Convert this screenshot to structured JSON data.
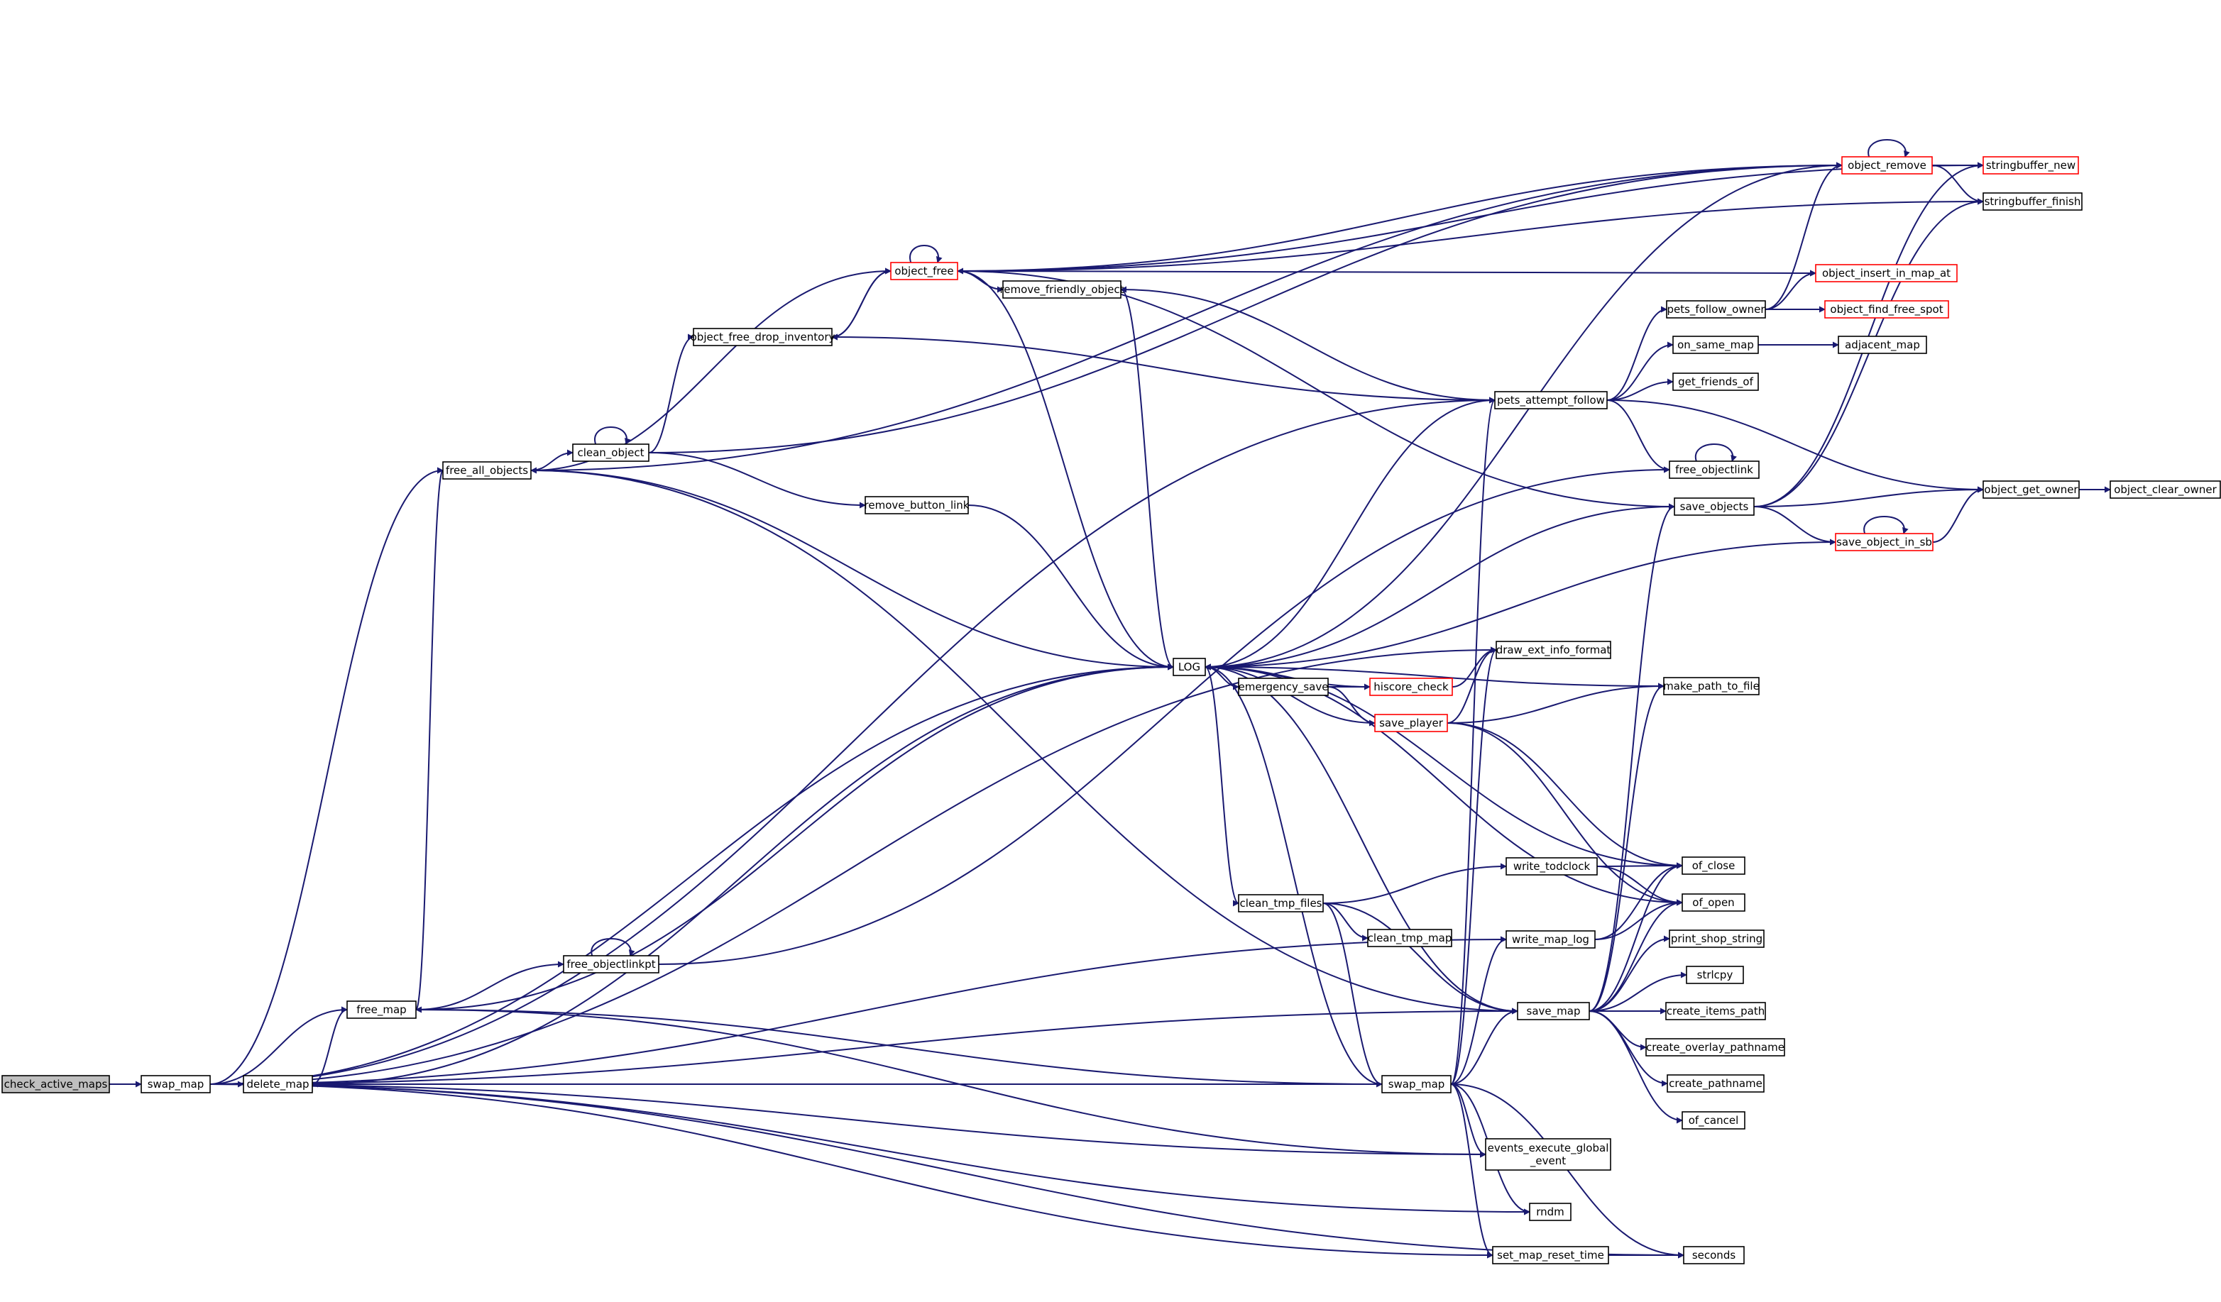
{
  "graph": {
    "colors": {
      "edge": "#191970",
      "node_border": "#000000",
      "incomplete_border": "#ff0000",
      "root_fill": "#bfbfbf"
    },
    "nodes": [
      {
        "id": "check_active_maps",
        "lines": [
          "check_active_maps"
        ],
        "style": "root"
      },
      {
        "id": "swap_map_a",
        "lines": [
          "swap_map"
        ]
      },
      {
        "id": "delete_map",
        "lines": [
          "delete_map"
        ]
      },
      {
        "id": "free_map",
        "lines": [
          "free_map"
        ]
      },
      {
        "id": "free_all_objects",
        "lines": [
          "free_all_objects"
        ]
      },
      {
        "id": "clean_object",
        "lines": [
          "clean_object"
        ]
      },
      {
        "id": "free_objectlinkpt",
        "lines": [
          "free_objectlinkpt"
        ]
      },
      {
        "id": "object_free_drop_inventory",
        "lines": [
          "object_free_drop_inventory"
        ]
      },
      {
        "id": "object_free",
        "lines": [
          "object_free"
        ],
        "style": "red"
      },
      {
        "id": "remove_friendly_object",
        "lines": [
          "remove_friendly_object"
        ]
      },
      {
        "id": "remove_button_link",
        "lines": [
          "remove_button_link"
        ]
      },
      {
        "id": "LOG",
        "lines": [
          "LOG"
        ]
      },
      {
        "id": "emergency_save",
        "lines": [
          "emergency_save"
        ]
      },
      {
        "id": "hiscore_check",
        "lines": [
          "hiscore_check"
        ],
        "style": "red"
      },
      {
        "id": "save_player",
        "lines": [
          "save_player"
        ],
        "style": "red"
      },
      {
        "id": "clean_tmp_files",
        "lines": [
          "clean_tmp_files"
        ]
      },
      {
        "id": "clean_tmp_map",
        "lines": [
          "clean_tmp_map"
        ]
      },
      {
        "id": "swap_map_b",
        "lines": [
          "swap_map"
        ]
      },
      {
        "id": "pets_attempt_follow",
        "lines": [
          "pets_attempt_follow"
        ]
      },
      {
        "id": "pets_follow_owner",
        "lines": [
          "pets_follow_owner"
        ]
      },
      {
        "id": "on_same_map",
        "lines": [
          "on_same_map"
        ]
      },
      {
        "id": "get_friends_of",
        "lines": [
          "get_friends_of"
        ]
      },
      {
        "id": "free_objectlink",
        "lines": [
          "free_objectlink"
        ]
      },
      {
        "id": "save_objects",
        "lines": [
          "save_objects"
        ]
      },
      {
        "id": "draw_ext_info_format",
        "lines": [
          "draw_ext_info_format"
        ]
      },
      {
        "id": "make_path_to_file",
        "lines": [
          "make_path_to_file"
        ]
      },
      {
        "id": "write_todclock",
        "lines": [
          "write_todclock"
        ]
      },
      {
        "id": "write_map_log",
        "lines": [
          "write_map_log"
        ]
      },
      {
        "id": "save_map",
        "lines": [
          "save_map"
        ]
      },
      {
        "id": "events_execute_global_event",
        "lines": [
          "events_execute_global",
          "_event"
        ]
      },
      {
        "id": "rndm",
        "lines": [
          "rndm"
        ]
      },
      {
        "id": "set_map_reset_time",
        "lines": [
          "set_map_reset_time"
        ]
      },
      {
        "id": "object_remove",
        "lines": [
          "object_remove"
        ],
        "style": "red"
      },
      {
        "id": "stringbuffer_new",
        "lines": [
          "stringbuffer_new"
        ],
        "style": "red"
      },
      {
        "id": "stringbuffer_finish",
        "lines": [
          "stringbuffer_finish"
        ]
      },
      {
        "id": "object_insert_in_map_at",
        "lines": [
          "object_insert_in_map_at"
        ],
        "style": "red"
      },
      {
        "id": "object_find_free_spot",
        "lines": [
          "object_find_free_spot"
        ],
        "style": "red"
      },
      {
        "id": "adjacent_map",
        "lines": [
          "adjacent_map"
        ]
      },
      {
        "id": "object_get_owner",
        "lines": [
          "object_get_owner"
        ]
      },
      {
        "id": "object_clear_owner",
        "lines": [
          "object_clear_owner"
        ]
      },
      {
        "id": "save_object_in_sb",
        "lines": [
          "save_object_in_sb"
        ],
        "style": "red"
      },
      {
        "id": "of_close",
        "lines": [
          "of_close"
        ]
      },
      {
        "id": "of_open",
        "lines": [
          "of_open"
        ]
      },
      {
        "id": "print_shop_string",
        "lines": [
          "print_shop_string"
        ]
      },
      {
        "id": "strlcpy",
        "lines": [
          "strlcpy"
        ]
      },
      {
        "id": "create_items_path",
        "lines": [
          "create_items_path"
        ]
      },
      {
        "id": "create_overlay_pathname",
        "lines": [
          "create_overlay_pathname"
        ]
      },
      {
        "id": "create_pathname",
        "lines": [
          "create_pathname"
        ]
      },
      {
        "id": "of_cancel",
        "lines": [
          "of_cancel"
        ]
      },
      {
        "id": "seconds",
        "lines": [
          "seconds"
        ]
      }
    ],
    "edges": [
      [
        "check_active_maps",
        "swap_map_a"
      ],
      [
        "swap_map_a",
        "delete_map"
      ],
      [
        "swap_map_a",
        "free_map"
      ],
      [
        "swap_map_a",
        "free_all_objects"
      ],
      [
        "swap_map_a",
        "LOG"
      ],
      [
        "swap_map_a",
        "pets_attempt_follow"
      ],
      [
        "swap_map_a",
        "draw_ext_info_format"
      ],
      [
        "swap_map_a",
        "write_map_log"
      ],
      [
        "swap_map_a",
        "save_map"
      ],
      [
        "swap_map_a",
        "events_execute_global_event"
      ],
      [
        "swap_map_a",
        "rndm"
      ],
      [
        "swap_map_a",
        "set_map_reset_time"
      ],
      [
        "swap_map_a",
        "seconds"
      ],
      [
        "delete_map",
        "free_map"
      ],
      [
        "delete_map",
        "LOG"
      ],
      [
        "free_map",
        "free_all_objects"
      ],
      [
        "free_map",
        "free_objectlinkpt"
      ],
      [
        "free_map",
        "LOG"
      ],
      [
        "free_map",
        "events_execute_global_event"
      ],
      [
        "free_all_objects",
        "clean_object"
      ],
      [
        "free_all_objects",
        "object_free"
      ],
      [
        "free_all_objects",
        "LOG"
      ],
      [
        "free_all_objects",
        "object_remove"
      ],
      [
        "clean_object",
        "clean_object"
      ],
      [
        "clean_object",
        "object_free_drop_inventory"
      ],
      [
        "clean_object",
        "remove_button_link"
      ],
      [
        "clean_object",
        "object_remove"
      ],
      [
        "free_objectlinkpt",
        "free_objectlinkpt"
      ],
      [
        "free_objectlinkpt",
        "free_objectlink"
      ],
      [
        "object_free_drop_inventory",
        "object_free"
      ],
      [
        "object_free",
        "object_free"
      ],
      [
        "object_free",
        "object_free_drop_inventory"
      ],
      [
        "object_free",
        "remove_friendly_object"
      ],
      [
        "object_free",
        "LOG"
      ],
      [
        "object_free",
        "object_remove"
      ],
      [
        "object_free",
        "stringbuffer_new"
      ],
      [
        "object_free",
        "stringbuffer_finish"
      ],
      [
        "object_free",
        "object_insert_in_map_at"
      ],
      [
        "remove_friendly_object",
        "LOG"
      ],
      [
        "remove_button_link",
        "LOG"
      ],
      [
        "LOG",
        "emergency_save"
      ],
      [
        "LOG",
        "clean_tmp_files"
      ],
      [
        "LOG",
        "object_remove"
      ],
      [
        "LOG",
        "pets_attempt_follow"
      ],
      [
        "LOG",
        "save_objects"
      ],
      [
        "emergency_save",
        "hiscore_check"
      ],
      [
        "emergency_save",
        "save_player"
      ],
      [
        "hiscore_check",
        "LOG"
      ],
      [
        "hiscore_check",
        "draw_ext_info_format"
      ],
      [
        "save_player",
        "LOG"
      ],
      [
        "save_player",
        "draw_ext_info_format"
      ],
      [
        "save_player",
        "make_path_to_file"
      ],
      [
        "save_player",
        "of_close"
      ],
      [
        "save_player",
        "of_open"
      ],
      [
        "clean_tmp_files",
        "write_todclock"
      ],
      [
        "clean_tmp_files",
        "clean_tmp_map"
      ],
      [
        "clean_tmp_files",
        "swap_map_b"
      ],
      [
        "clean_tmp_files",
        "save_map"
      ],
      [
        "swap_map_b",
        "LOG"
      ],
      [
        "swap_map_b",
        "free_map"
      ],
      [
        "swap_map_b",
        "delete_map"
      ],
      [
        "swap_map_b",
        "pets_attempt_follow"
      ],
      [
        "swap_map_b",
        "draw_ext_info_format"
      ],
      [
        "swap_map_b",
        "write_map_log"
      ],
      [
        "swap_map_b",
        "save_map"
      ],
      [
        "swap_map_b",
        "events_execute_global_event"
      ],
      [
        "swap_map_b",
        "rndm"
      ],
      [
        "swap_map_b",
        "set_map_reset_time"
      ],
      [
        "swap_map_b",
        "seconds"
      ],
      [
        "pets_attempt_follow",
        "object_free_drop_inventory"
      ],
      [
        "pets_attempt_follow",
        "remove_friendly_object"
      ],
      [
        "pets_attempt_follow",
        "pets_follow_owner"
      ],
      [
        "pets_attempt_follow",
        "on_same_map"
      ],
      [
        "pets_attempt_follow",
        "get_friends_of"
      ],
      [
        "pets_attempt_follow",
        "free_objectlink"
      ],
      [
        "pets_attempt_follow",
        "object_get_owner"
      ],
      [
        "pets_follow_owner",
        "object_remove"
      ],
      [
        "pets_follow_owner",
        "object_insert_in_map_at"
      ],
      [
        "pets_follow_owner",
        "object_find_free_spot"
      ],
      [
        "on_same_map",
        "adjacent_map"
      ],
      [
        "free_objectlink",
        "free_objectlink"
      ],
      [
        "save_objects",
        "object_get_owner"
      ],
      [
        "save_objects",
        "save_object_in_sb"
      ],
      [
        "save_objects",
        "stringbuffer_new"
      ],
      [
        "save_objects",
        "stringbuffer_finish"
      ],
      [
        "save_objects",
        "object_free"
      ],
      [
        "save_object_in_sb",
        "save_object_in_sb"
      ],
      [
        "save_object_in_sb",
        "object_get_owner"
      ],
      [
        "save_object_in_sb",
        "LOG"
      ],
      [
        "object_get_owner",
        "object_clear_owner"
      ],
      [
        "object_remove",
        "object_remove"
      ],
      [
        "object_remove",
        "stringbuffer_new"
      ],
      [
        "object_remove",
        "stringbuffer_finish"
      ],
      [
        "make_path_to_file",
        "LOG"
      ],
      [
        "write_todclock",
        "of_close"
      ],
      [
        "write_todclock",
        "of_open"
      ],
      [
        "write_map_log",
        "of_close"
      ],
      [
        "write_map_log",
        "of_open"
      ],
      [
        "save_map",
        "LOG"
      ],
      [
        "save_map",
        "free_all_objects"
      ],
      [
        "save_map",
        "save_objects"
      ],
      [
        "save_map",
        "make_path_to_file"
      ],
      [
        "save_map",
        "of_close"
      ],
      [
        "save_map",
        "of_open"
      ],
      [
        "save_map",
        "print_shop_string"
      ],
      [
        "save_map",
        "strlcpy"
      ],
      [
        "save_map",
        "create_items_path"
      ],
      [
        "save_map",
        "create_overlay_pathname"
      ],
      [
        "save_map",
        "create_pathname"
      ],
      [
        "save_map",
        "of_cancel"
      ],
      [
        "set_map_reset_time",
        "seconds"
      ],
      [
        "of_close",
        "LOG"
      ],
      [
        "of_open",
        "LOG"
      ]
    ]
  }
}
